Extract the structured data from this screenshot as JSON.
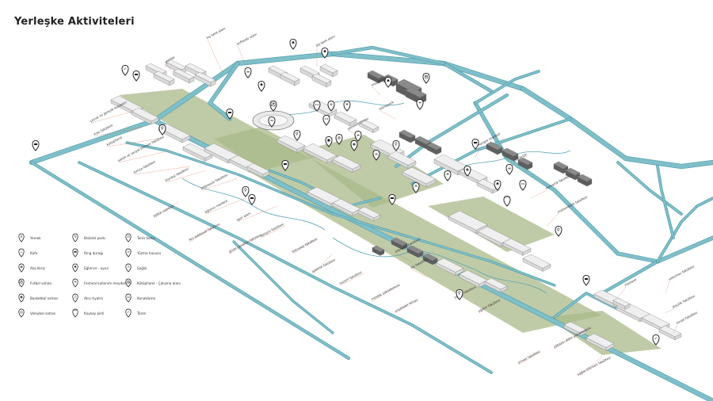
{
  "title": "Yerleşke Aktiviteleri",
  "colors": {
    "road": "#7fbfc9",
    "road_edge": "#4e9aa6",
    "green": "#a9b98a",
    "building": "#d9d9d9",
    "building_dark": "#7a7a7a",
    "leader": "#e07a5f",
    "path": "#5aa7b5"
  },
  "legend": [
    {
      "label": "Yemek",
      "icon": "fork-knife-icon"
    },
    {
      "label": "Kafe",
      "icon": "coffee-cup-icon"
    },
    {
      "label": "Alış-Veriş",
      "icon": "shopping-bag-icon"
    },
    {
      "label": "Futbol sahası",
      "icon": "soccer-ball-icon"
    },
    {
      "label": "Basketbol sahası",
      "icon": "basketball-icon"
    },
    {
      "label": "Voleybol sahası",
      "icon": "volleyball-icon"
    },
    {
      "label": "Bisiklet parkı",
      "icon": "bicycle-icon"
    },
    {
      "label": "Ring durağı",
      "icon": "bus-icon"
    },
    {
      "label": "Eğlence - oyun",
      "icon": "game-icon"
    },
    {
      "label": "Festival kullanım meydanları",
      "icon": "festival-icon"
    },
    {
      "label": "Atıcı tiyatro",
      "icon": "theatre-icon"
    },
    {
      "label": "Kaykay pisti",
      "icon": "skateboard-icon"
    },
    {
      "label": "Tenis kortu",
      "icon": "tennis-icon"
    },
    {
      "label": "Yüzme havuzu",
      "icon": "swimming-icon"
    },
    {
      "label": "Sağlık",
      "icon": "health-icon"
    },
    {
      "label": "Kütüphane - Çalışma alanı",
      "icon": "library-icon"
    },
    {
      "label": "Konaklama",
      "icon": "bed-icon"
    },
    {
      "label": "Tören",
      "icon": "ceremony-icon"
    }
  ],
  "labels": [
    "kış kent alanı",
    "anfiteatr alanı",
    "dış kent alanı",
    "çocuk ve gençlik kulüpleri",
    "fizik fakültesi",
    "kütüphane",
    "sanat ve sosyal bilimler fakültesi",
    "kimya fakültesi",
    "biyoloji fakültesi",
    "bilgisayar fakültesi",
    "öğrenci merkezi",
    "spor alanı",
    "kongre merkezi",
    "rektörlük",
    "mimarlık fakültesi",
    "mühendislik fakültesi",
    "ekonomi fakültesi",
    "tıp fakültesi",
    "hukuk fakültesi",
    "eğitim fakültesi",
    "hastane",
    "veteriner fakültesi",
    "dişçilik fakültesi",
    "ziraat fakültesi",
    "orman fakültesi",
    "yabancı diller yüksekokulu",
    "sağlık bilimleri fakültesi",
    "iletişim fakültesi",
    "teknoloji fakültesi",
    "işletme fakültesi",
    "turizm fakültesi",
    "meslek yüksekokulu",
    "enstitüler binası",
    "yönetim binası",
    "teknopark",
    "misafirhane",
    "fen edebiyat fakültesi",
    "güzel sanatlar fakültesi",
    "yurtlar",
    "kültür merkezi"
  ]
}
